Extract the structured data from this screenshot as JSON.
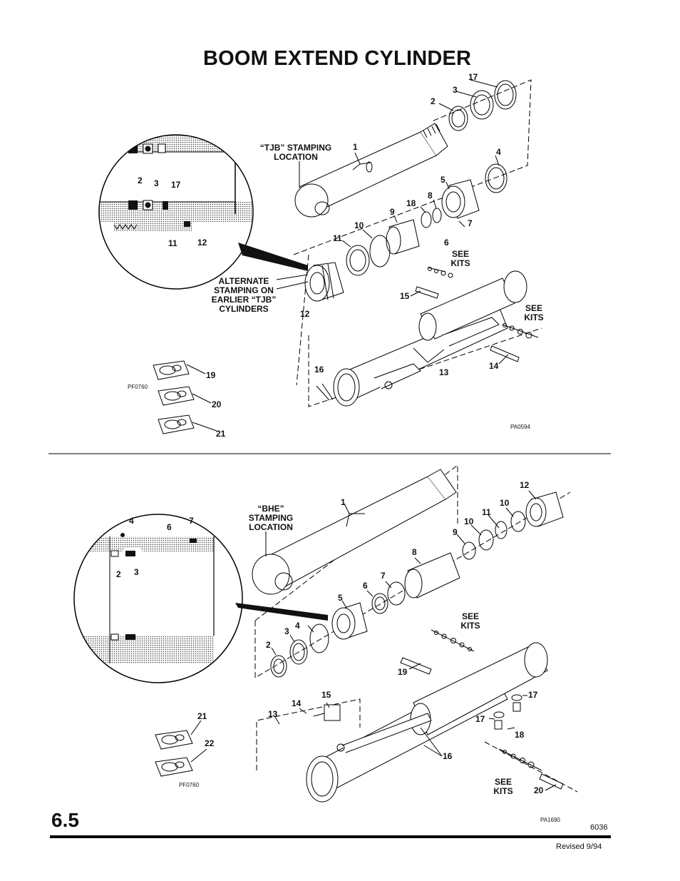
{
  "page": {
    "title": "BOOM EXTEND CYLINDER",
    "section_number": "6.5",
    "page_code": "6036",
    "revision": "Revised 9/94"
  },
  "top_diagram": {
    "drawing_ref": "PA0594",
    "kit_ref": "PF0760",
    "callouts": {
      "c17": "17",
      "c3": "3",
      "c2": "2",
      "c1": "1",
      "c4": "4",
      "c5": "5",
      "c8": "8",
      "c18": "18",
      "c9": "9",
      "c7": "7",
      "c6": "6",
      "c10": "10",
      "c11": "11",
      "c12": "12",
      "c15": "15",
      "c13": "13",
      "c14": "14",
      "c16": "16",
      "c19": "19",
      "c20": "20",
      "c21": "21",
      "d2": "2",
      "d3": "3",
      "d17": "17",
      "d11": "11",
      "d12": "12"
    },
    "tjb_stamping": "“TJB” STAMPING\nLOCATION",
    "alternate_stamping": "ALTERNATE\nSTAMPING ON\nEARLIER “TJB”\nCYLINDERS",
    "see_kits_1": "SEE\nKITS",
    "see_kits_2": "SEE\nKITS"
  },
  "bottom_diagram": {
    "drawing_ref": "PA1690",
    "kit_ref": "PF0760",
    "callouts": {
      "c1": "1",
      "c12": "12",
      "c10a": "10",
      "c11": "11",
      "c10b": "10",
      "c9": "9",
      "c8": "8",
      "c7": "7",
      "c6": "6",
      "c5": "5",
      "c4": "4",
      "c3": "3",
      "c2": "2",
      "c19": "19",
      "c15": "15",
      "c14": "14",
      "c13": "13",
      "c17a": "17",
      "c17b": "17",
      "c18": "18",
      "c16": "16",
      "c20": "20",
      "c21": "21",
      "c22": "22",
      "d4": "4",
      "d7": "7",
      "d6": "6",
      "d2": "2",
      "d3": "3"
    },
    "bhe_stamping": "“BHE”\nSTAMPING\nLOCATION",
    "see_kits_1": "SEE\nKITS",
    "see_kits_2": "SEE\nKITS"
  }
}
